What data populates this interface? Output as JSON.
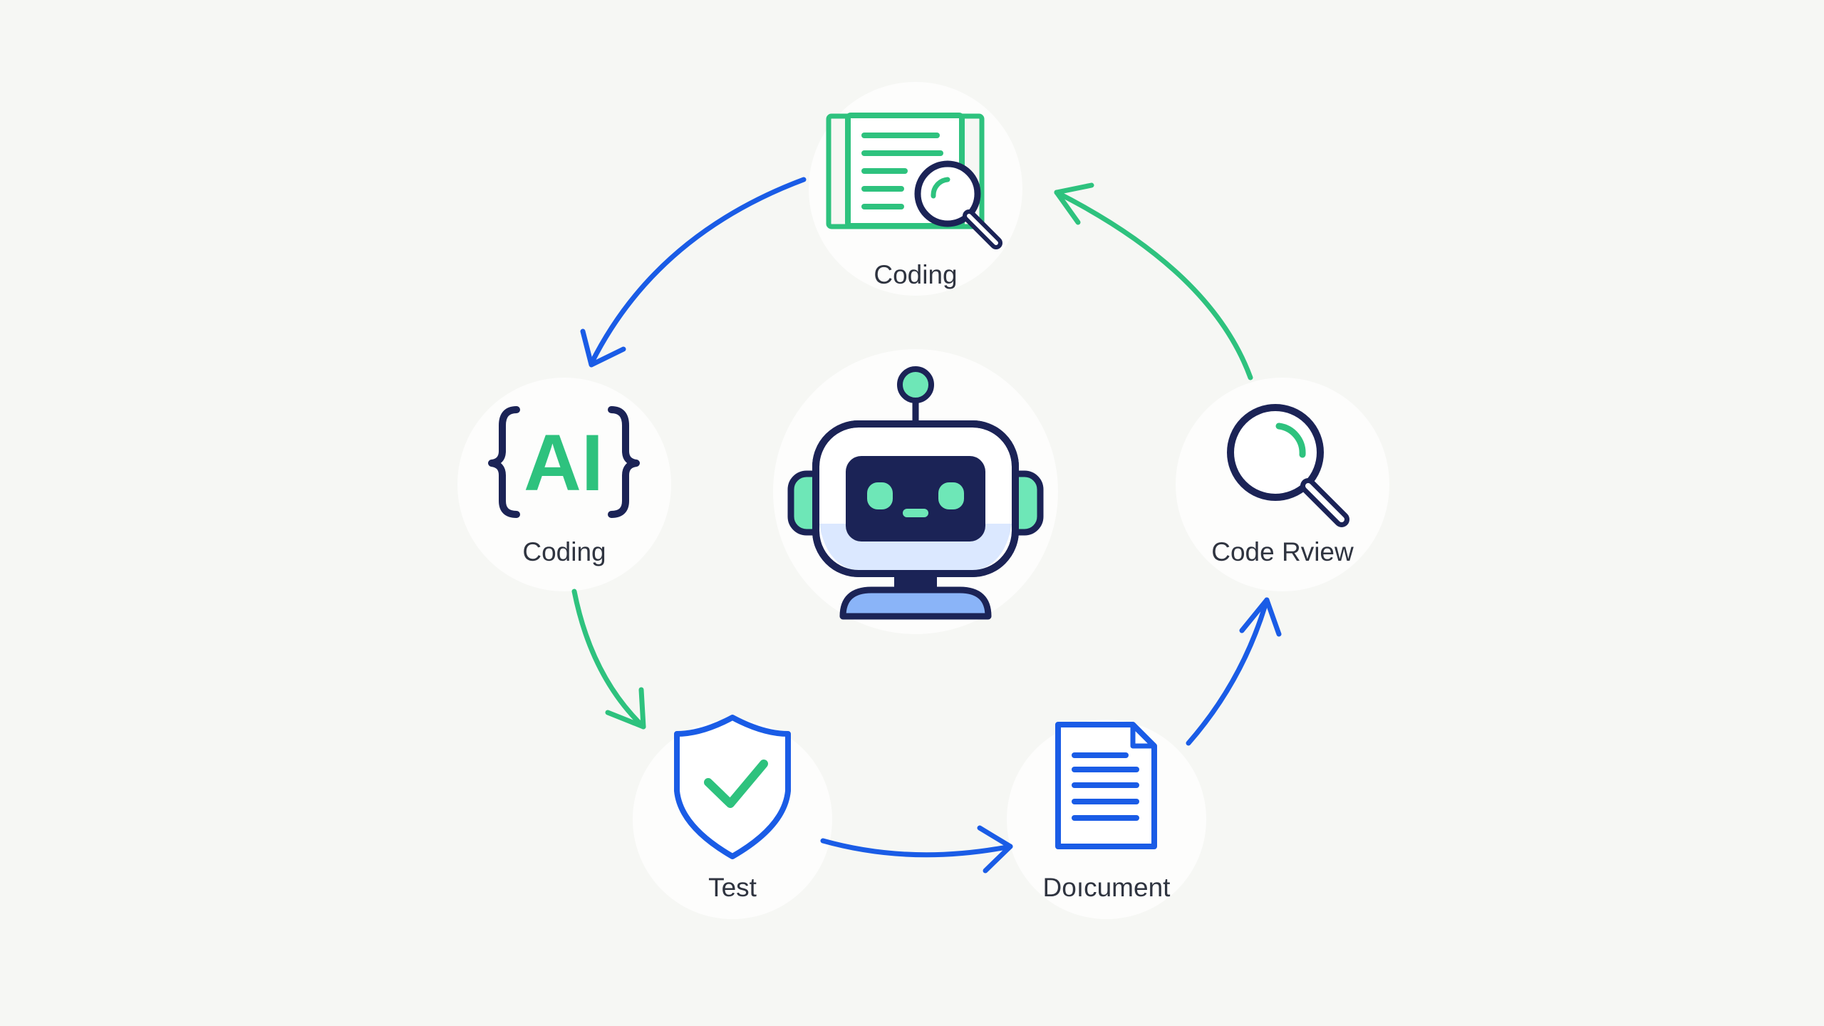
{
  "colors": {
    "background": "#f6f7f4",
    "green": "#2ec27e",
    "blue": "#1a5ce6",
    "navy": "#1b2356",
    "label": "#2f3440",
    "robot_body": "#ffffff",
    "robot_face": "#1b2356",
    "robot_eyes": "#6ee7b7",
    "robot_chest": "#8ab4f8"
  },
  "nodes": {
    "top": {
      "label": "Coding",
      "icon": "document-search-icon"
    },
    "left": {
      "label": "Coding",
      "icon": "ai-code-braces-icon",
      "icon_text": "AI"
    },
    "right": {
      "label": "Code Rview",
      "icon": "magnifier-icon"
    },
    "bottom_left": {
      "label": "Test",
      "icon": "shield-check-icon"
    },
    "bottom_right": {
      "label": "Doıcument",
      "icon": "document-icon"
    }
  },
  "center": {
    "icon": "robot-icon"
  },
  "cycle_arrows": [
    {
      "from": "top",
      "to": "left",
      "color": "blue"
    },
    {
      "from": "left",
      "to": "bottom_left",
      "color": "green"
    },
    {
      "from": "bottom_left",
      "to": "bottom_right",
      "color": "blue"
    },
    {
      "from": "bottom_right",
      "to": "right",
      "color": "blue"
    },
    {
      "from": "right",
      "to": "top",
      "color": "green"
    }
  ]
}
